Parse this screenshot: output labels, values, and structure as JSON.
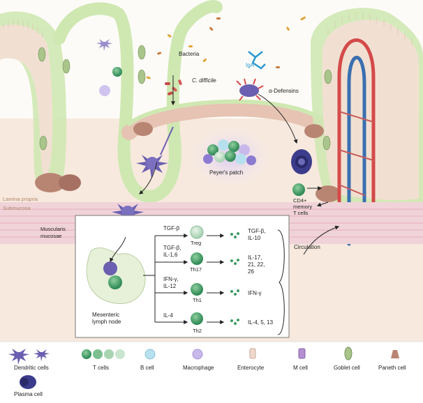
{
  "layers": {
    "lamina_propria": "Lamina propria",
    "submucosa": "Submucosa",
    "muscularis": [
      "Muscularis",
      "mucosae"
    ]
  },
  "lumen": {
    "bacteria": "Bacteria",
    "c_difficile": "C. difficile",
    "iga": "IgA",
    "defensins": "α-Defensins"
  },
  "tissue": {
    "peyers_patch": "Peyer's patch",
    "memory_t": [
      "CD4+",
      "memory",
      "T cells"
    ],
    "circulation": "Circulation"
  },
  "lymph_node": {
    "label": [
      "Mesenteric",
      "lymph node"
    ],
    "branches": [
      {
        "signal": [
          "TGF-β"
        ],
        "cell": "Treg",
        "cytokines": [
          "TGF-β,",
          "IL-10"
        ],
        "color": "#b9d9c0"
      },
      {
        "signal": [
          "TGF-β,",
          "IL-1,6"
        ],
        "cell": "Th17",
        "cytokines": [
          "IL-17,",
          "21, 22,",
          "26"
        ],
        "color": "#3f9a63"
      },
      {
        "signal": [
          "IFN-γ,",
          "IL-12"
        ],
        "cell": "Th1",
        "cytokines": [
          "IFN-γ"
        ],
        "color": "#2e8a58"
      },
      {
        "signal": [
          "IL-4"
        ],
        "cell": "Th2",
        "cytokines": [
          "IL-4, 5, 13"
        ],
        "color": "#2f7a50"
      }
    ]
  },
  "legend": {
    "items": [
      {
        "icon": "dendritic-cell-icon",
        "label": "Dendritic cells"
      },
      {
        "icon": "t-cell-icon",
        "label": "T cells"
      },
      {
        "icon": "b-cell-icon",
        "label": "B cell"
      },
      {
        "icon": "macrophage-icon",
        "label": "Macrophage"
      },
      {
        "icon": "enterocyte-icon",
        "label": "Enterocyte"
      },
      {
        "icon": "m-cell-icon",
        "label": "M cell"
      },
      {
        "icon": "goblet-cell-icon",
        "label": "Goblet cell"
      },
      {
        "icon": "paneth-cell-icon",
        "label": "Paneth cell"
      },
      {
        "icon": "plasma-cell-icon",
        "label": "Plasma cell"
      }
    ]
  },
  "colors": {
    "tissue": "#f7e9dd",
    "epithelium": "#e9f3d8",
    "mucus": "#cfe8b2",
    "dendritic": "#6a5fb0",
    "t_cell": "#3f9a63",
    "artery": "#d44a4a",
    "vein": "#3a6fb0"
  }
}
